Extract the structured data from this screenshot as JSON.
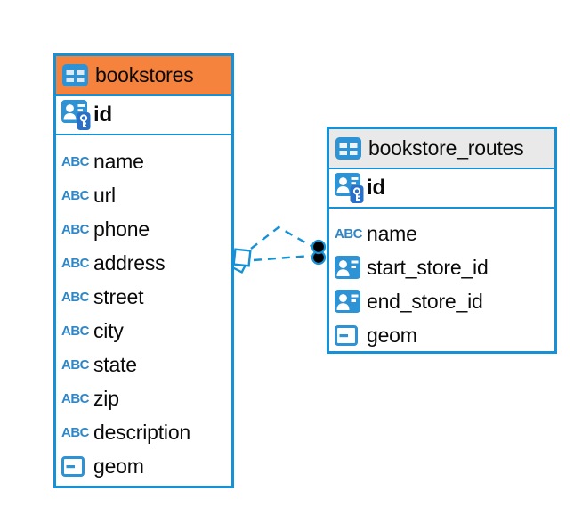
{
  "colors": {
    "accent_blue": "#1791D6",
    "icon_blue": "#2E93D5",
    "abc_blue": "#2F87C8",
    "key_badge_blue": "#2970C8",
    "header_orange": "#F5823D",
    "header_gray": "#E9E9E9",
    "text": "#0A0A0A",
    "marker_black": "#000000"
  },
  "icons": {
    "text_type_label": "ABC"
  },
  "tables": [
    {
      "title": "bookstores",
      "primary_key": "id",
      "columns": [
        {
          "name": "name",
          "type": "text"
        },
        {
          "name": "url",
          "type": "text"
        },
        {
          "name": "phone",
          "type": "text"
        },
        {
          "name": "address",
          "type": "text"
        },
        {
          "name": "street",
          "type": "text"
        },
        {
          "name": "city",
          "type": "text"
        },
        {
          "name": "state",
          "type": "text"
        },
        {
          "name": "zip",
          "type": "text"
        },
        {
          "name": "description",
          "type": "text"
        },
        {
          "name": "geom",
          "type": "geometry"
        }
      ]
    },
    {
      "title": "bookstore_routes",
      "primary_key": "id",
      "columns": [
        {
          "name": "name",
          "type": "text"
        },
        {
          "name": "start_store_id",
          "type": "reference"
        },
        {
          "name": "end_store_id",
          "type": "reference"
        },
        {
          "name": "geom",
          "type": "geometry"
        }
      ]
    }
  ],
  "relationships": [
    {
      "from": "bookstore_routes",
      "to": "bookstores",
      "line_style": "dashed",
      "source_marker": "diamond",
      "target_marker": "dot"
    },
    {
      "from": "bookstore_routes",
      "to": "bookstores",
      "line_style": "dashed",
      "source_marker": "diamond",
      "target_marker": "dot"
    }
  ]
}
